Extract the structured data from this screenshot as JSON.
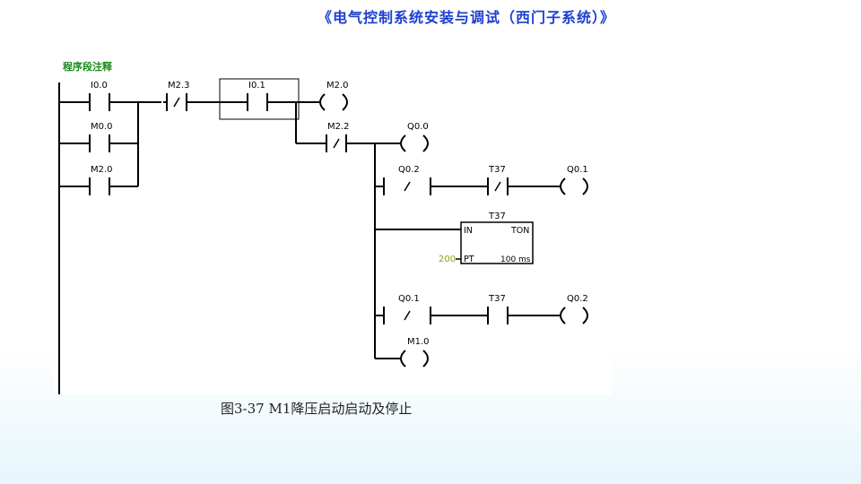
{
  "header": {
    "title": "《电气控制系统安装与调试（西门子系统）》"
  },
  "network": {
    "comment": "程序段注释"
  },
  "contacts": [
    {
      "id": "i0-0",
      "label": "I0.0",
      "negated": false
    },
    {
      "id": "m0-0",
      "label": "M0.0",
      "negated": false
    },
    {
      "id": "m2-0a",
      "label": "M2.0",
      "negated": false
    },
    {
      "id": "m2-3",
      "label": "M2.3",
      "negated": true
    },
    {
      "id": "i0-1",
      "label": "I0.1",
      "negated": false
    },
    {
      "id": "m2-2",
      "label": "M2.2",
      "negated": true
    },
    {
      "id": "q0-2a",
      "label": "Q0.2",
      "negated": true
    },
    {
      "id": "t37a",
      "label": "T37",
      "negated": true
    },
    {
      "id": "q0-1a",
      "label": "Q0.1",
      "negated": true
    },
    {
      "id": "t37b",
      "label": "T37",
      "negated": false
    }
  ],
  "coils": [
    {
      "id": "m2-0",
      "label": "M2.0"
    },
    {
      "id": "q0-0",
      "label": "Q0.0"
    },
    {
      "id": "q0-1",
      "label": "Q0.1"
    },
    {
      "id": "q0-2",
      "label": "Q0.2"
    },
    {
      "id": "m1-0",
      "label": "M1.0"
    }
  ],
  "timer": {
    "name": "T37",
    "in": "IN",
    "type": "TON",
    "pt": "PT",
    "preset": "200",
    "base": "100 ms"
  },
  "caption": "图3-37   M1降压启动启动及停止",
  "colors": {
    "title": "#1d3fd0",
    "comment": "#1a8a1a",
    "preset": "#9a9a10",
    "line": "#000000"
  }
}
